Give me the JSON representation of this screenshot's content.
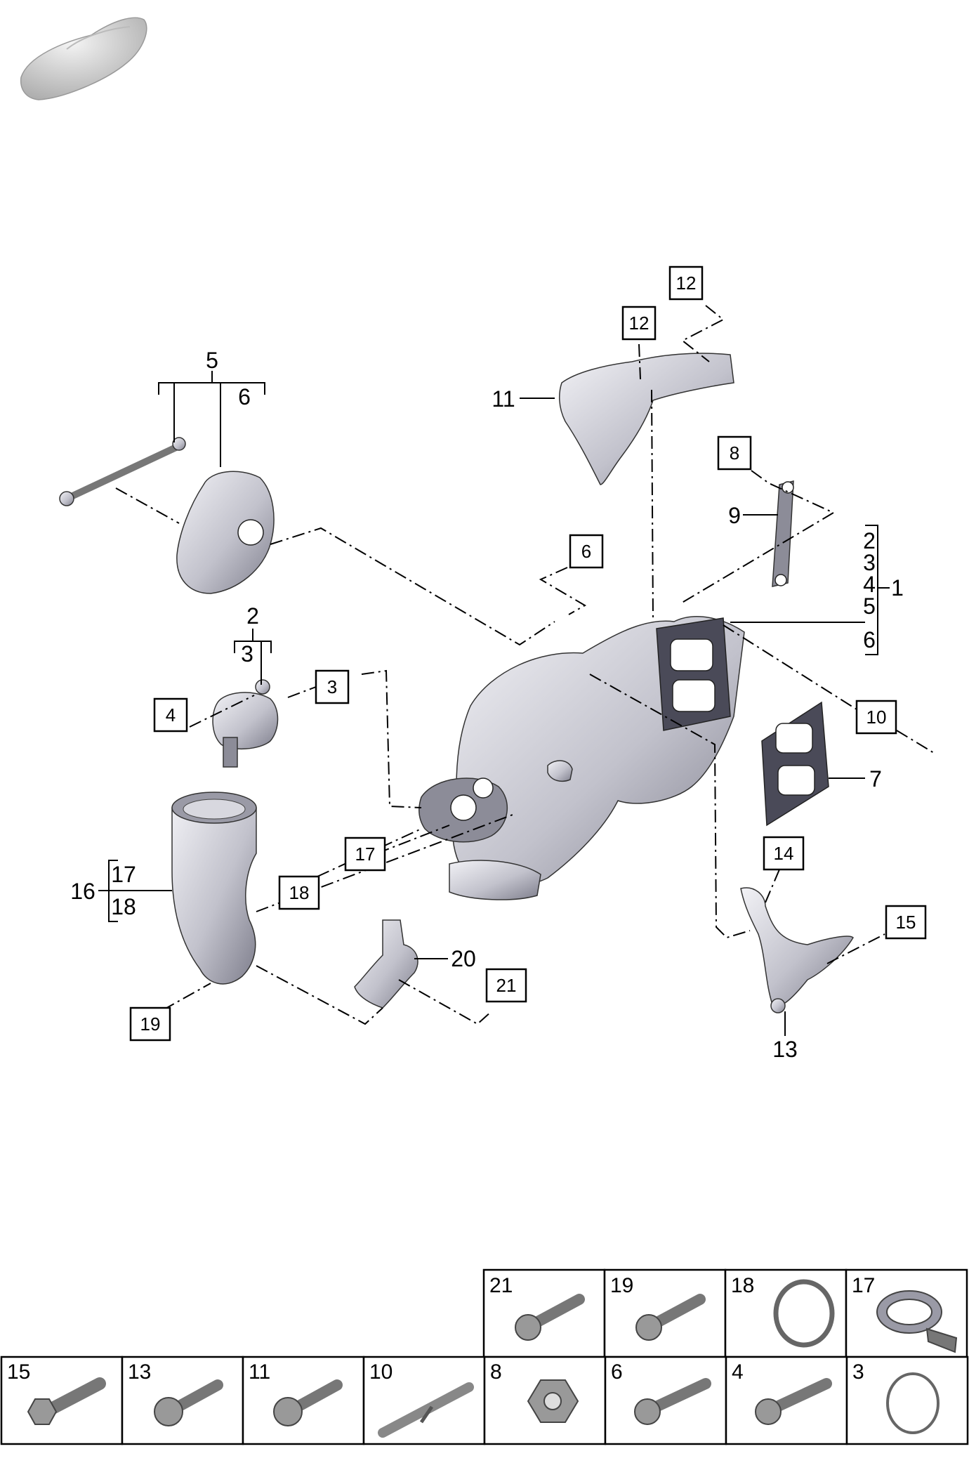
{
  "callouts": {
    "c1": "1",
    "c2": "2",
    "c3": "3",
    "c4": "4",
    "c5": "5",
    "c6": "6",
    "c7": "7",
    "c9": "9",
    "c11": "11",
    "c13": "13",
    "c16": "16",
    "c17": "17",
    "c18": "18",
    "c20": "20"
  },
  "group1": [
    "2",
    "3",
    "4",
    "5",
    "6"
  ],
  "group2": [
    "3"
  ],
  "group5": [
    "6"
  ],
  "group16": [
    "17",
    "18"
  ],
  "boxed": {
    "b12a": "12",
    "b12b": "12",
    "b8": "8",
    "b6": "6",
    "b3": "3",
    "b4": "4",
    "b10": "10",
    "b14": "14",
    "b15": "15",
    "b17": "17",
    "b18": "18",
    "b19": "19",
    "b21": "21"
  },
  "legend": {
    "top_row": [
      "21",
      "19",
      "18",
      "17"
    ],
    "bottom_row": [
      "15",
      "13",
      "11",
      "10",
      "8",
      "6",
      "4",
      "3"
    ]
  },
  "colors": {
    "metal_light": "#e8e8ee",
    "metal_dark": "#8a8a96",
    "gasket": "#4a4a58"
  }
}
